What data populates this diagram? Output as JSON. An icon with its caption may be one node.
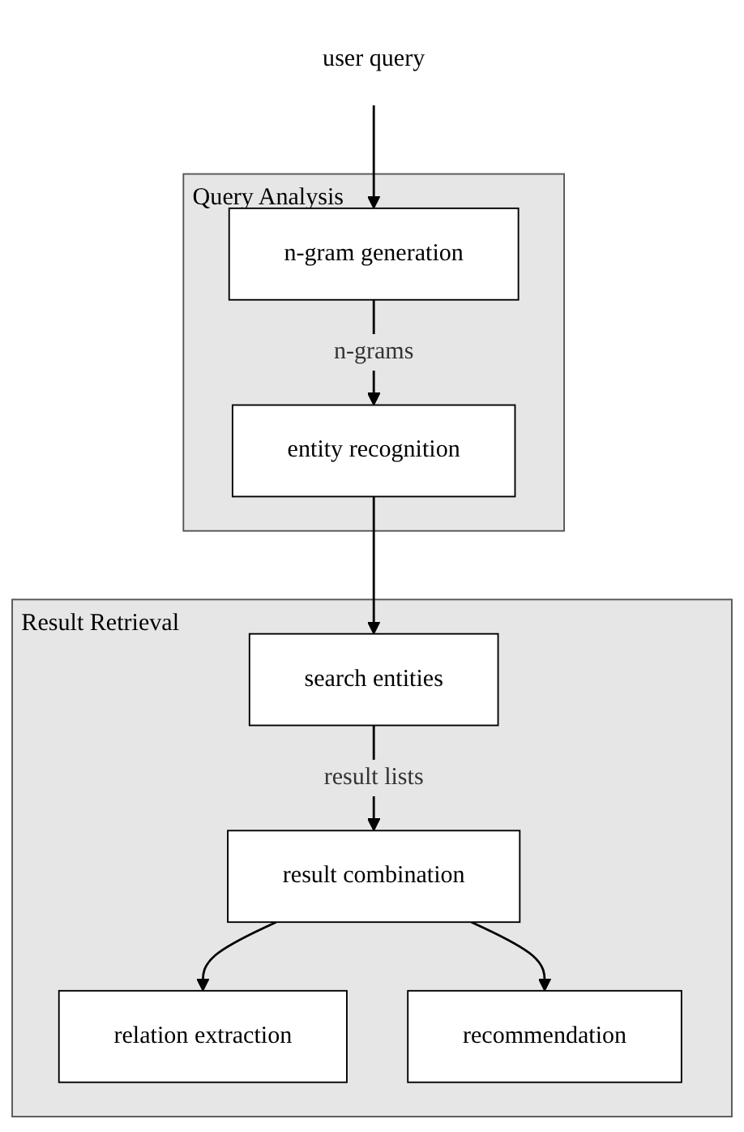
{
  "diagram": {
    "nodes": [
      {
        "text": [
          "user query"
        ]
      },
      {
        "text": [
          "Query Analysis"
        ]
      },
      {
        "text": [
          "n-gram generation"
        ],
        "in": 1
      },
      {
        "text": [
          "entity recognition"
        ],
        "in": 1
      },
      {
        "text": [
          "Result Retrieval"
        ]
      },
      {
        "text": [
          "search entities"
        ],
        "in": 4
      },
      {
        "text": [
          "result combination"
        ],
        "in": 4
      },
      {
        "text": [
          "relation extraction"
        ],
        "in": 4
      },
      {
        "text": [
          "recommendation"
        ],
        "in": 4
      }
    ],
    "edges": [
      {
        "from": 0,
        "to": 2,
        "arrow": "to"
      },
      {
        "from": 2,
        "to": 3,
        "arrow": "to",
        "label": "n-grams"
      },
      {
        "from": 3,
        "to": 5,
        "arrow": "to"
      },
      {
        "from": 5,
        "to": 6,
        "arrow": "to",
        "label": "result lists"
      },
      {
        "from": 6,
        "to": 7,
        "arrow": "to"
      },
      {
        "from": 6,
        "to": 8,
        "arrow": "to"
      }
    ]
  }
}
